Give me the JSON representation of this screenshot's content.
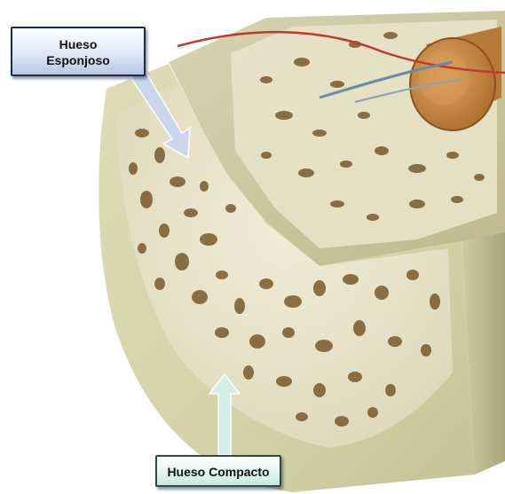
{
  "labels": {
    "spongy_bone": [
      "Hueso",
      "Esponjoso"
    ],
    "compact_bone": "Hueso Compacto"
  },
  "colors": {
    "compact_bone": "#d9d8b0",
    "spongy_mesh": "#ece8d2",
    "pores": "#7a5a2c",
    "marrow_canal": "#c98a3e",
    "blood_vessel_red": "#c0392b",
    "blood_vessel_blue": "#6c8aa6",
    "arrow_spongy": "#c9d6ec",
    "arrow_compact": "#d5eee7"
  },
  "icons": [
    "bone-cross-section-illustration",
    "pointer-arrow"
  ]
}
